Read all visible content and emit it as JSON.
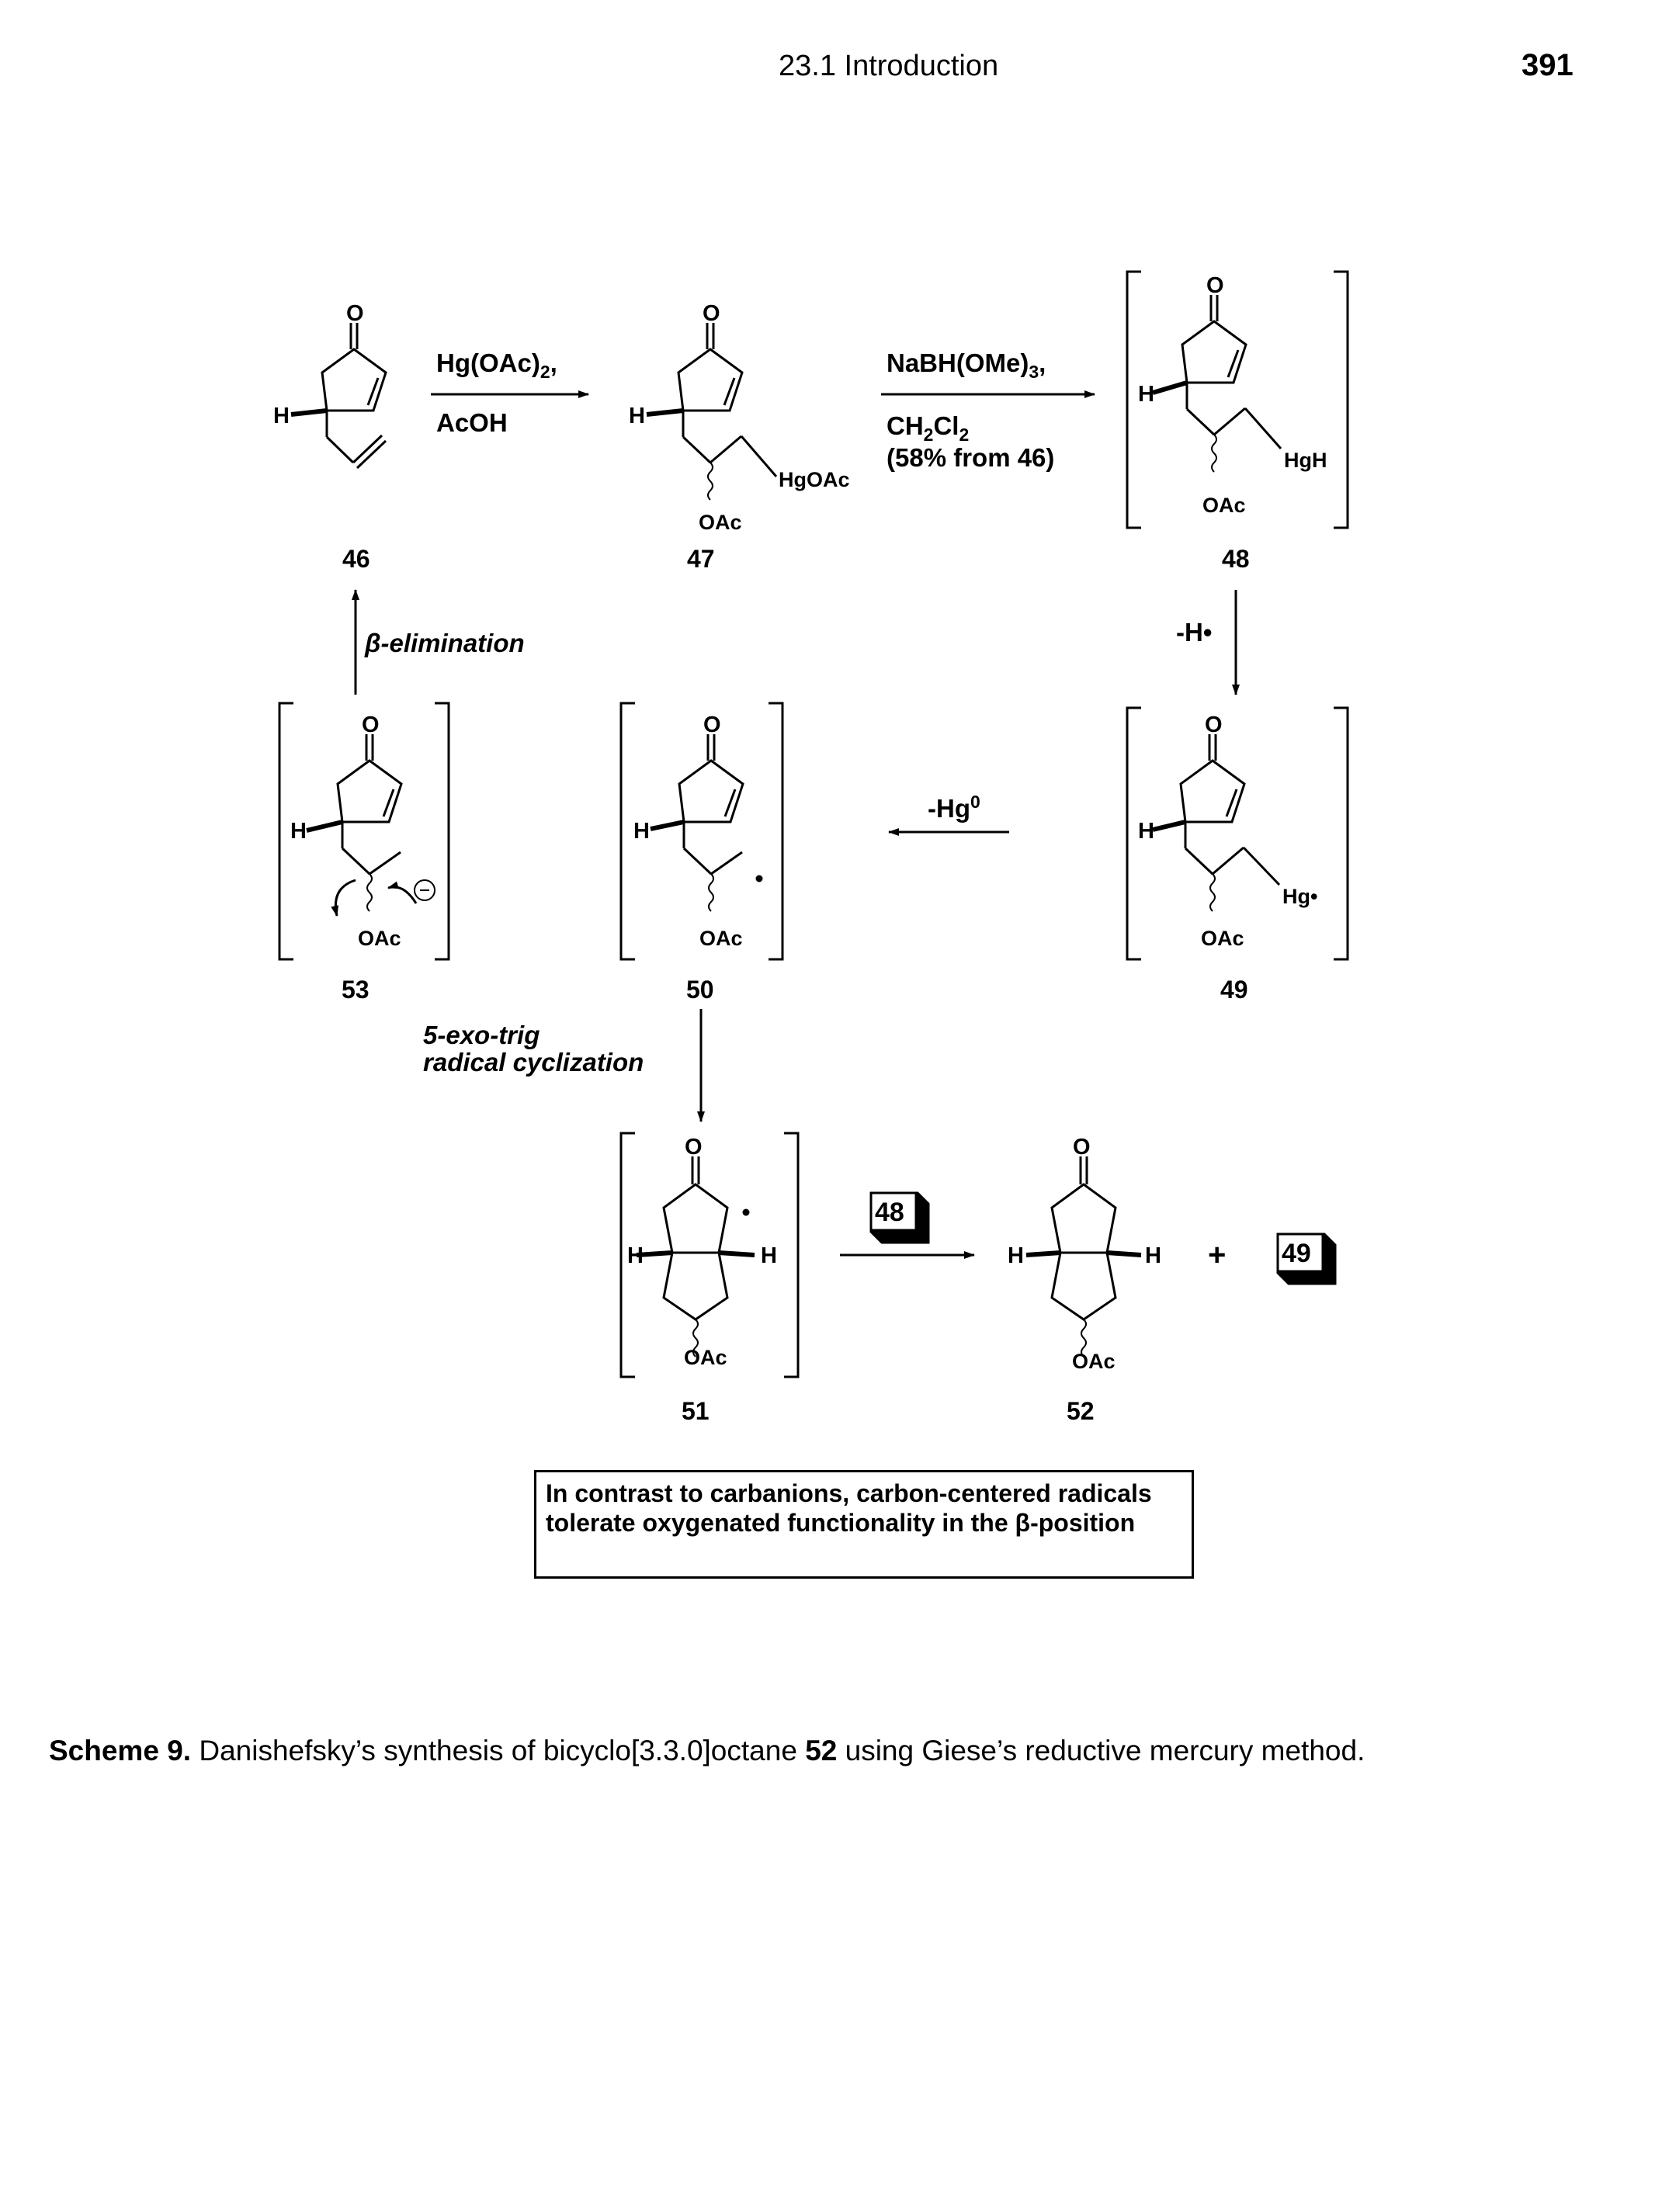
{
  "header": {
    "section": "23.1  Introduction",
    "page_number": "391"
  },
  "reagents": {
    "step1_top": "Hg(OAc)",
    "step1_top_sub": "2",
    "step1_top_suffix": ",",
    "step1_bottom": "AcOH",
    "step2_top": "NaBH(OMe)",
    "step2_top_sub": "3",
    "step2_top_suffix": ",",
    "step2_mid": "CH",
    "step2_mid_sub1": "2",
    "step2_mid_mid": "Cl",
    "step2_mid_sub2": "2",
    "step2_bottom": "(58% from 46)",
    "h_loss": "-H•",
    "hg_loss": "-Hg",
    "hg_loss_sup": "0",
    "beta_elim": "β-elimination",
    "cyclization_1": "5-exo-trig",
    "cyclization_2": "radical cyclization"
  },
  "compounds": [
    "46",
    "47",
    "48",
    "49",
    "50",
    "51",
    "52",
    "53"
  ],
  "atom_labels": {
    "o": "O",
    "h": "H",
    "oac": "OAc",
    "hgoac": "HgOAc",
    "hgh": "HgH",
    "hg_radical": "Hg•",
    "plus": "+"
  },
  "boxed_refs": [
    "48",
    "49"
  ],
  "note": "In contrast to carbanions, carbon-centered radicals tolerate oxygenated functionality in the β-position",
  "caption": {
    "label": "Scheme 9.",
    "text_before": " Danishefsky’s synthesis of bicyclo[3.3.0]octane ",
    "compound": "52",
    "text_after": " using Giese’s reductive mercury method."
  }
}
